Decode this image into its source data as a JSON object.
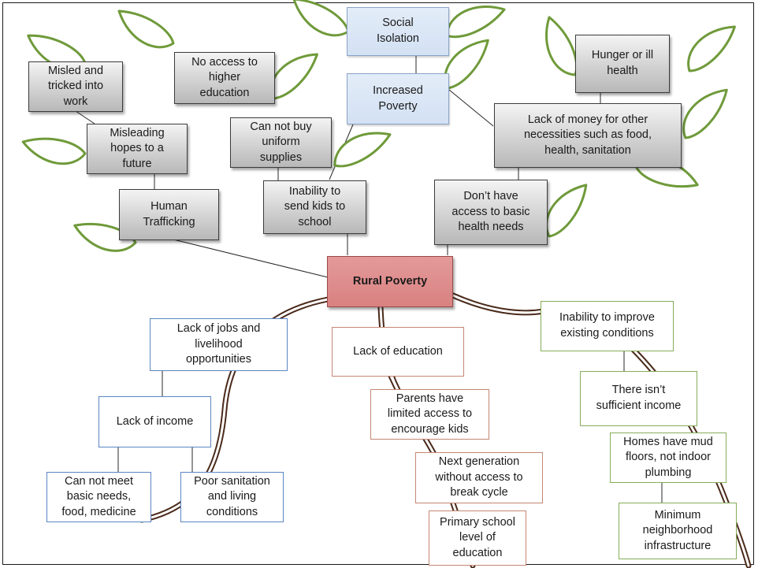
{
  "center": "Rural Poverty",
  "upper_left": {
    "misled": "Misled and\ntricked into\nwork",
    "misleading_hopes": "Misleading\nhopes to a\nfuture",
    "human_trafficking": "Human\nTrafficking"
  },
  "upper_mid": {
    "no_access_higher_ed": "No access to\nhigher\neducation",
    "cannot_buy_uniform": "Can not buy\nuniform\nsupplies",
    "inability_send_kids": "Inability to\nsend kids to\nschool"
  },
  "upper_blue": {
    "social_isolation": "Social\nIsolation",
    "increased_poverty": "Increased\nPoverty"
  },
  "upper_right": {
    "hunger": "Hunger or ill\nhealth",
    "lack_money": "Lack of money for other\nnecessities such as food,\nhealth, sanitation",
    "no_health_access": "Don’t have\naccess to basic\nhealth needs"
  },
  "lower_left": {
    "lack_jobs": "Lack of jobs and\nlivelihood\nopportunities",
    "lack_income": "Lack of income",
    "basic_needs": "Can not meet\nbasic needs,\nfood, medicine",
    "poor_sanitation": "Poor sanitation\nand living\nconditions"
  },
  "lower_mid": {
    "lack_education": "Lack of education",
    "parents_limited": "Parents have\nlimited access to\nencourage kids",
    "next_generation": "Next generation\nwithout access to\nbreak cycle",
    "primary_school": "Primary school\nlevel of\neducation"
  },
  "lower_right": {
    "inability_improve": "Inability to improve\nexisting conditions",
    "insufficient_income": "There isn’t\nsufficient income",
    "mud_floors": "Homes have mud\nfloors, not indoor\nplumbing",
    "min_infrastructure": "Minimum\nneighborhood\ninfrastructure"
  },
  "colors": {
    "gray_node": "#cfcfcf",
    "blue_node": "#d6e3f5",
    "center_node": "#dd8888",
    "leaf": "#6f9a3a",
    "root": "#4a2a1a",
    "white_blue_border": "#5b86c2",
    "white_red_border": "#c48773",
    "white_green_border": "#86ad5a"
  }
}
